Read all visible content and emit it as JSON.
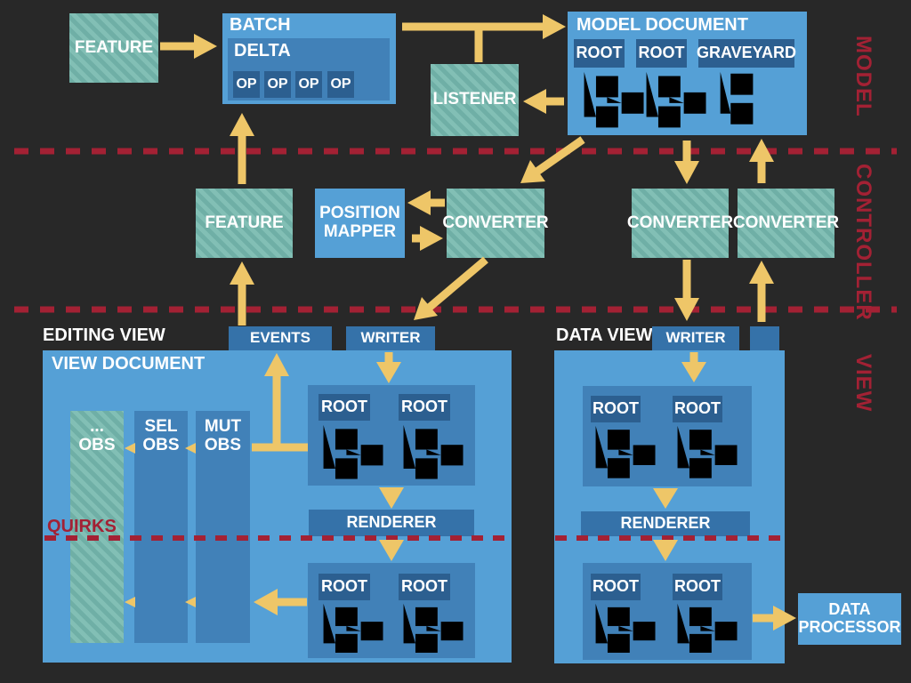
{
  "palette": {
    "background": "#282828",
    "box_light_blue": "#55a0d6",
    "box_mid_blue": "#4181b8",
    "box_header_blue": "#3572a9",
    "box_dark_blue": "#2c5f90",
    "teal_stripe_a": "#6fafa6",
    "teal_stripe_b": "#82bfb5",
    "arrow_yellow": "#eec668",
    "layer_red": "#a32134",
    "text_white": "#ffffff"
  },
  "layer_labels": {
    "model": "MODEL",
    "controller": "CONTROLLER",
    "view": "VIEW"
  },
  "model_layer": {
    "feature_label": "FEATURE",
    "batch": {
      "title": "BATCH",
      "delta_title": "DELTA",
      "ops": [
        "OP",
        "OP",
        "OP",
        "OP"
      ]
    },
    "listener_label": "LISTENER",
    "model_document": {
      "title": "MODEL DOCUMENT",
      "roots": [
        "ROOT",
        "ROOT",
        "GRAVEYARD"
      ]
    }
  },
  "controller_layer": {
    "feature_label": "FEATURE",
    "position_mapper_label": "POSITION\nMAPPER",
    "converter_left_label": "CONVERTER",
    "converter_mid_label": "CONVERTER",
    "converter_right_label": "CONVERTER"
  },
  "view_layer": {
    "editing_view": {
      "title": "EDITING VIEW",
      "events_label": "EVENTS",
      "writer_label": "WRITER",
      "view_document_title": "VIEW DOCUMENT",
      "observers": [
        "...\nOBS",
        "SEL\nOBS",
        "MUT\nOBS"
      ],
      "quirks_label": "QUIRKS",
      "renderer_label": "RENDERER",
      "top_roots": [
        "ROOT",
        "ROOT"
      ],
      "bottom_roots": [
        "ROOT",
        "ROOT"
      ]
    },
    "data_view": {
      "title": "DATA VIEW",
      "writer_label": "WRITER",
      "renderer_label": "RENDERER",
      "top_roots": [
        "ROOT",
        "ROOT"
      ],
      "bottom_roots": [
        "ROOT",
        "ROOT"
      ]
    },
    "data_processor_label": "DATA\nPROCESSOR"
  }
}
